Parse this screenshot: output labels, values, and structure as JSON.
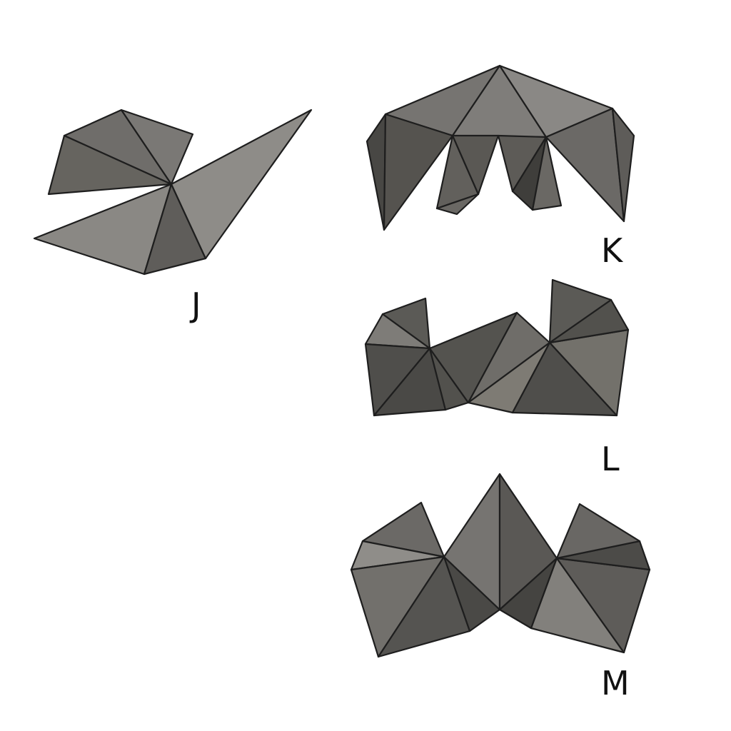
{
  "figures": [
    {
      "id": "J",
      "label": "J"
    },
    {
      "id": "K",
      "label": "K"
    },
    {
      "id": "L",
      "label": "L"
    },
    {
      "id": "M",
      "label": "M"
    }
  ],
  "colors": {
    "background": "#ffffff",
    "edge": "#1e1e1e",
    "face_light": "#8c8a86",
    "face_mid": "#6e6c69",
    "face_dark": "#4a4946",
    "label": "#111111"
  }
}
